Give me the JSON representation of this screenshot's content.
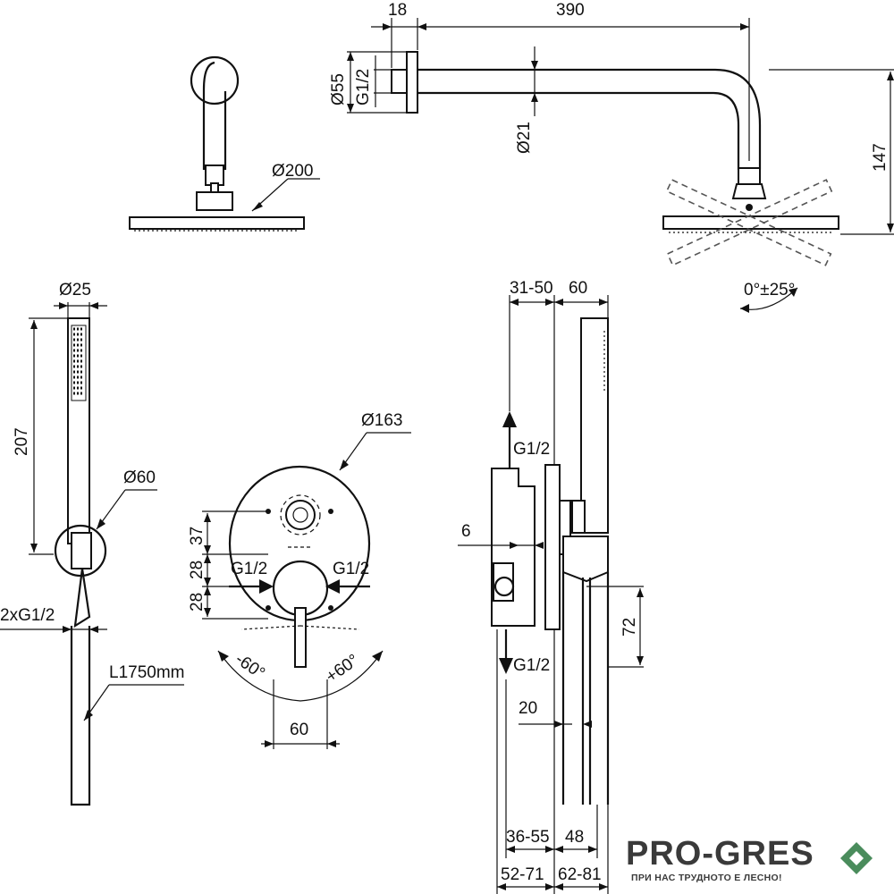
{
  "labels": {
    "dia200": "Ø200",
    "d18": "18",
    "d390": "390",
    "dia55": "Ø55",
    "g12_arm": "G1/2",
    "dia21": "Ø21",
    "d147": "147",
    "angle_head": "0°±25°",
    "dia25": "Ø25",
    "d207": "207",
    "dia60": "Ø60",
    "twoG12": "2xG1/2",
    "hose": "L1750mm",
    "dia163": "Ø163",
    "d37": "37",
    "d28a": "28",
    "d28b": "28",
    "g12_left": "G1/2",
    "g12_right": "G1/2",
    "neg60": "-60°",
    "pos60": "+60°",
    "d60_handle": "60",
    "d31_50": "31-50",
    "d60_side": "60",
    "g12_top": "G1/2",
    "d6": "6",
    "d72": "72",
    "g12_bottom": "G1/2",
    "d20": "20",
    "d36_55": "36-55",
    "d48": "48",
    "d52_71": "52-71",
    "d62_81": "62-81"
  },
  "brand": {
    "name": "PRO-GRES",
    "tagline": "ПРИ НАС ТРУДНОТО Е ЛЕСНО!",
    "color": "#3a3a3a",
    "accent": "#4a8c5c"
  }
}
